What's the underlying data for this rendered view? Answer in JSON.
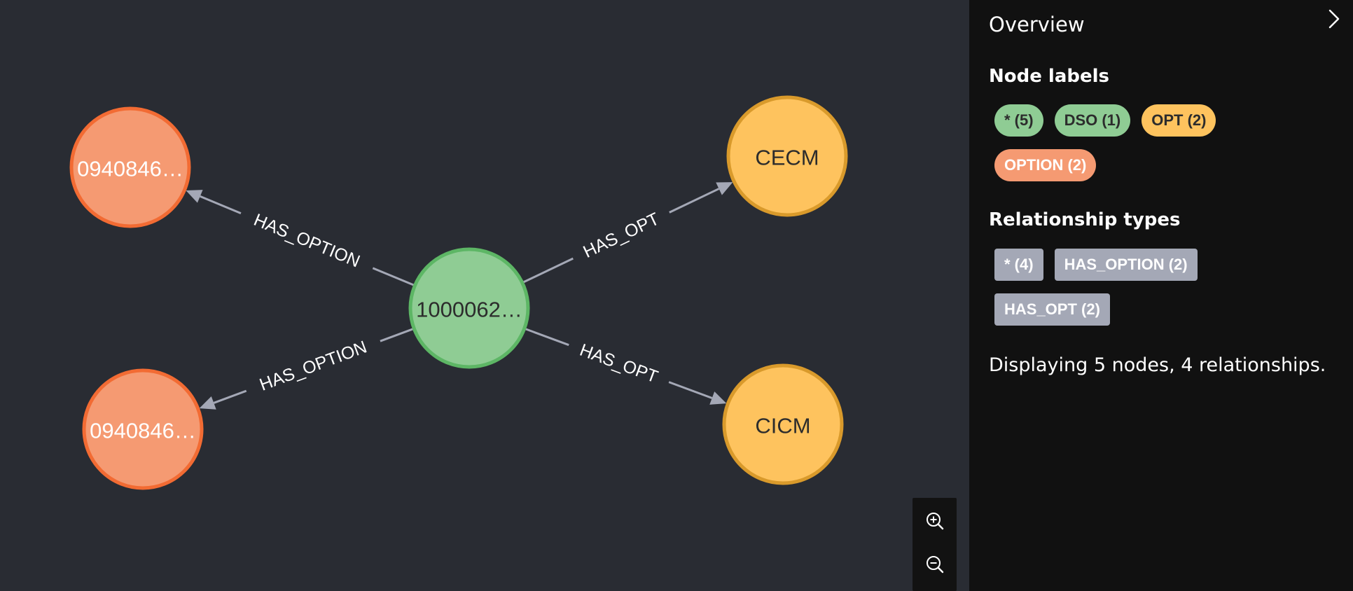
{
  "graph": {
    "nodes": [
      {
        "id": "center",
        "caption": "1000062…",
        "label": "DSO",
        "fill": "#8fcc94",
        "stroke": "#5db665",
        "text_color": "#2c2c2c"
      },
      {
        "id": "opt-top",
        "caption": "CECM",
        "label": "OPT",
        "fill": "#fec35e",
        "stroke": "#d99a2b",
        "text_color": "#2c2c2c"
      },
      {
        "id": "opt-bottom",
        "caption": "CICM",
        "label": "OPT",
        "fill": "#fec35e",
        "stroke": "#d99a2b",
        "text_color": "#2c2c2c"
      },
      {
        "id": "option-top",
        "caption": "0940846…",
        "label": "OPTION",
        "fill": "#f59a72",
        "stroke": "#f26b33",
        "text_color": "#ffffff"
      },
      {
        "id": "option-bottom",
        "caption": "0940846…",
        "label": "OPTION",
        "fill": "#f59a72",
        "stroke": "#f26b33",
        "text_color": "#ffffff"
      }
    ],
    "relationships": [
      {
        "source": "center",
        "target": "option-top",
        "type": "HAS_OPTION"
      },
      {
        "source": "center",
        "target": "option-bottom",
        "type": "HAS_OPTION"
      },
      {
        "source": "center",
        "target": "opt-top",
        "type": "HAS_OPT"
      },
      {
        "source": "center",
        "target": "opt-bottom",
        "type": "HAS_OPT"
      }
    ]
  },
  "zoom": {
    "zoom_in_icon": "zoom-in-icon",
    "zoom_out_icon": "zoom-out-icon"
  },
  "panel": {
    "title": "Overview",
    "toggle_icon": "chevron-right-icon",
    "node_labels_heading": "Node labels",
    "node_labels": [
      {
        "text": "* (5)",
        "bg": "#8fcc94",
        "color": "#2c2c2c"
      },
      {
        "text": "DSO (1)",
        "bg": "#8fcc94",
        "color": "#2c2c2c"
      },
      {
        "text": "OPT (2)",
        "bg": "#fec35e",
        "color": "#2c2c2c"
      },
      {
        "text": "OPTION (2)",
        "bg": "#f59a72",
        "color": "#ffffff"
      }
    ],
    "relationship_types_heading": "Relationship types",
    "relationship_types": [
      {
        "text": "* (4)"
      },
      {
        "text": "HAS_OPTION (2)"
      },
      {
        "text": "HAS_OPT (2)"
      }
    ],
    "summary": "Displaying 5 nodes, 4 relationships."
  },
  "colors": {
    "canvas_bg": "#292c33",
    "panel_bg": "#111111",
    "relationship": "#a4a8b6"
  }
}
